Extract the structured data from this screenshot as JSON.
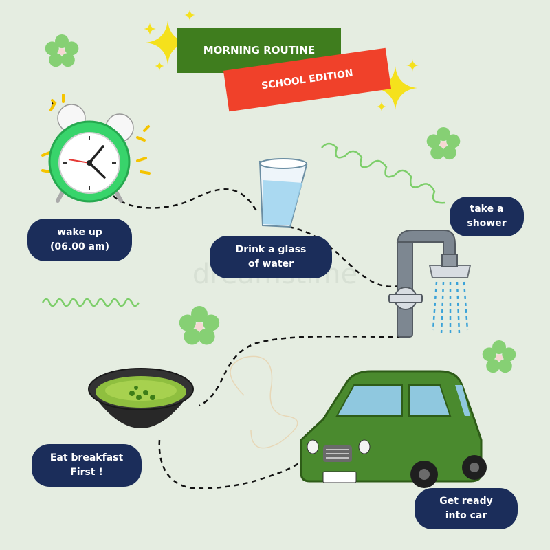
{
  "title": "MORNING ROUTINE",
  "subtitle": "SCHOOL EDITION",
  "watermark": "dreamstime",
  "colors": {
    "background": "#e5ede1",
    "title_banner": "#3f7d1e",
    "subtitle_banner": "#f0412a",
    "step_pill": "#1b2d5a",
    "accent_green": "#7dce6a",
    "sparkle": "#f5e11c"
  },
  "steps": [
    {
      "icon": "alarm-clock-icon",
      "line1": "wake up",
      "line2": "(06.00 am)"
    },
    {
      "icon": "water-glass-icon",
      "line1": "Drink a glass",
      "line2": "of water"
    },
    {
      "icon": "shower-icon",
      "line1": "take a",
      "line2": "shower"
    },
    {
      "icon": "breakfast-bowl-icon",
      "line1": "Eat breakfast",
      "line2": "First !"
    },
    {
      "icon": "car-icon",
      "line1": "Get ready",
      "line2": "into car"
    }
  ]
}
